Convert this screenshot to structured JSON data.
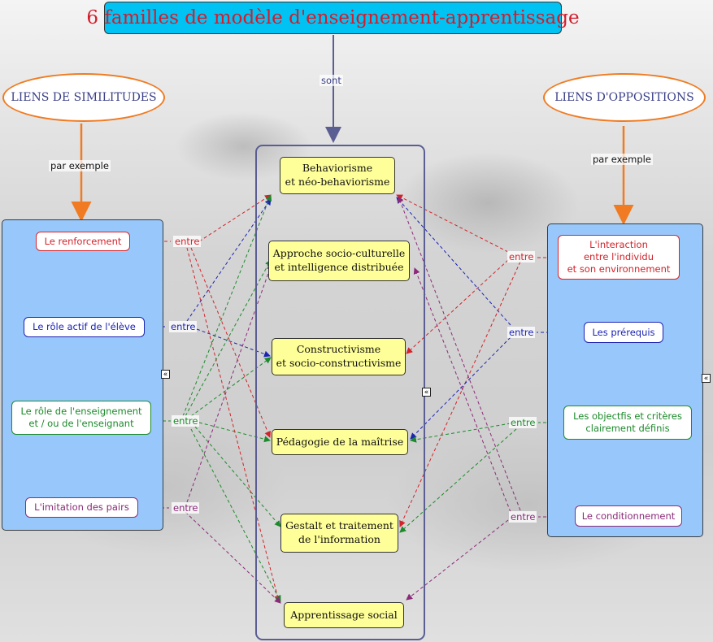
{
  "title": "6 familles de modèle d'enseignement-apprentissage",
  "sont_label": "sont",
  "left_oval": "LIENS DE SIMILITUDES",
  "right_oval": "LIENS D'OPPOSITIONS",
  "par_exemple": "par exemple",
  "entre": "entre",
  "collapse_glyph": "«",
  "families": [
    "Behaviorisme\net néo-behaviorisme",
    "Approche socio-culturelle\net intelligence distribuée",
    "Constructivisme\net socio-constructivisme",
    "Pédagogie de la maîtrise",
    "Gestalt et traitement\nde l'information",
    "Apprentissage social"
  ],
  "left_items": [
    {
      "text": "Le renforcement",
      "color": "#d2232a"
    },
    {
      "text": "Le rôle actif de l'élève",
      "color": "#1a23b4"
    },
    {
      "text": "Le rôle de l'enseignement\net / ou de l'enseignant",
      "color": "#1b8a2a"
    },
    {
      "text": "L'imitation des pairs",
      "color": "#8b2a78"
    }
  ],
  "right_items": [
    {
      "text": "L'interaction\nentre l'individu\net son environnement",
      "color": "#d2232a"
    },
    {
      "text": "Les prérequis",
      "color": "#1a23b4"
    },
    {
      "text": "Les objectfis et critères\nclairement définis",
      "color": "#1b8a2a"
    },
    {
      "text": "Le conditionnement",
      "color": "#8b2a78"
    }
  ],
  "colors": {
    "title_bg": "#00c3f4",
    "title_text": "#d21d2c",
    "oval_border": "#f07b22",
    "panel_bg": "#98c8fb",
    "family_bg": "#ffff99",
    "red": "#d2232a",
    "blue": "#1a23b4",
    "green": "#1b8a2a",
    "purple": "#8b2a78"
  }
}
